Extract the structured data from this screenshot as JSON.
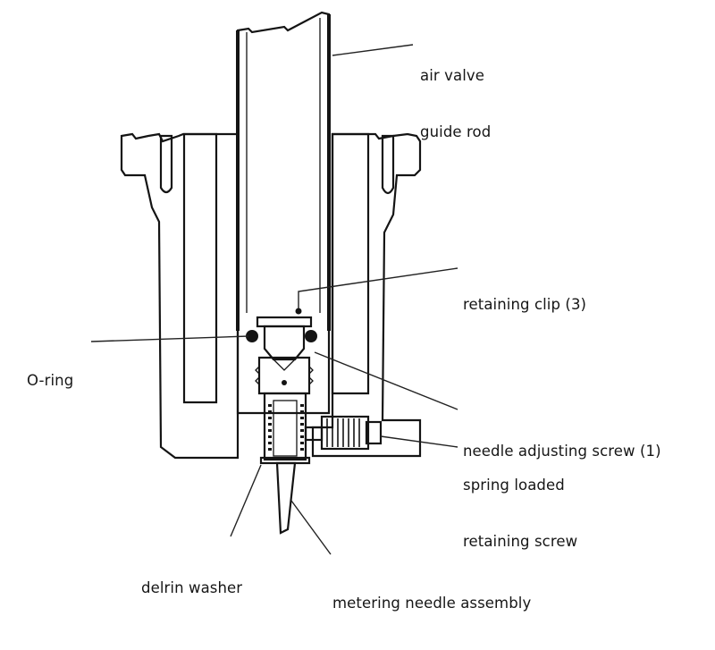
{
  "figure": {
    "title": "",
    "subject": "carburettor air valve / metering needle assembly cross-section",
    "colors": {
      "ink": "#141414",
      "stipple_fill": "#f4f2ee",
      "background": "#ffffff"
    }
  },
  "labels": [
    {
      "id": "air-valve-guide-rod",
      "lines": [
        "air valve",
        "guide rod"
      ]
    },
    {
      "id": "retaining-clip",
      "lines": [
        "retaining clip (3)"
      ]
    },
    {
      "id": "o-ring",
      "lines": [
        "O-ring"
      ]
    },
    {
      "id": "needle-adjusting-screw",
      "lines": [
        "needle adjusting screw (1)"
      ]
    },
    {
      "id": "spring-loaded-retaining-screw",
      "lines": [
        "spring loaded",
        "retaining screw"
      ]
    },
    {
      "id": "delrin-washer",
      "lines": [
        "delrin washer"
      ]
    },
    {
      "id": "metering-needle-assembly",
      "lines": [
        "metering needle assembly"
      ]
    }
  ],
  "components": [
    "air valve guide rod",
    "air valve housing",
    "retaining clip",
    "O-ring",
    "needle adjusting screw",
    "needle spring",
    "spring loaded retaining screw",
    "delrin washer",
    "metering needle"
  ]
}
